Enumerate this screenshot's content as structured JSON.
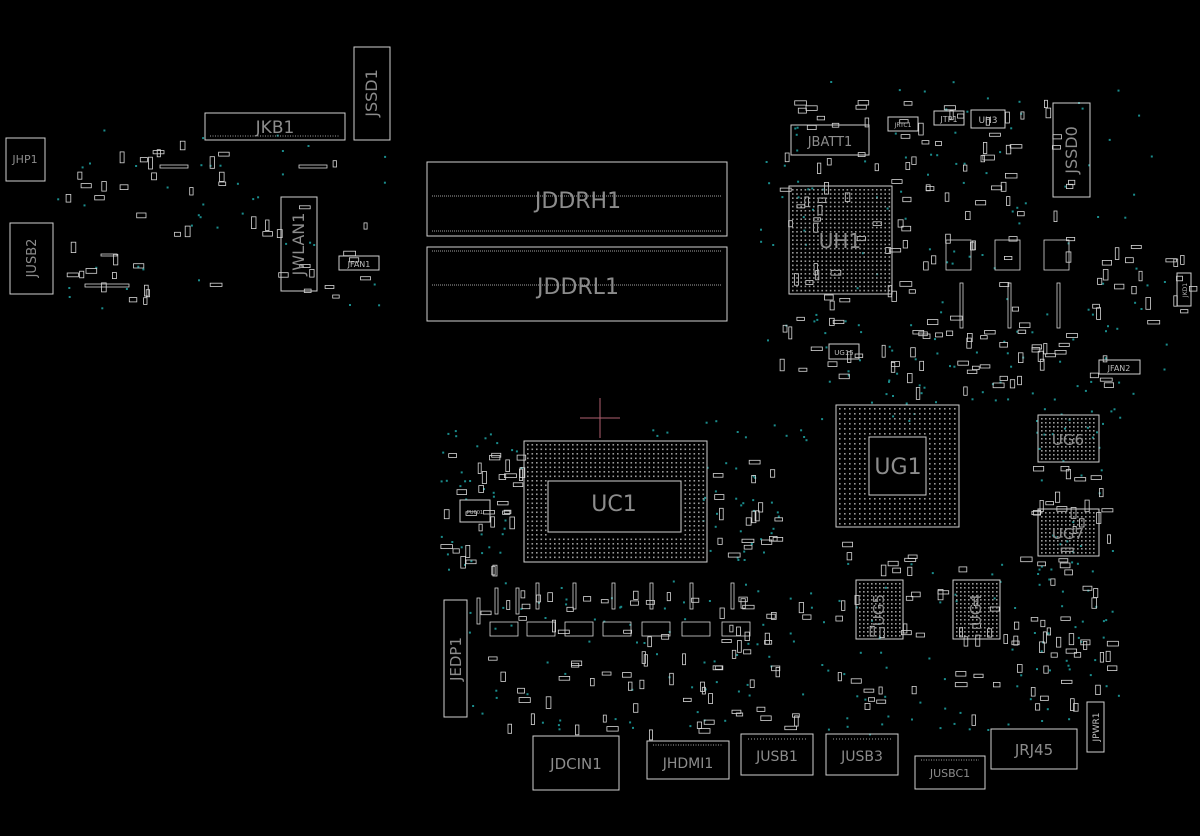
{
  "board": {
    "background": "#000000",
    "outline_color": "#d0d0d0",
    "label_color": "#8c8c8c",
    "via_color": "#1a8c8c",
    "cursor_color": "#b06070"
  },
  "components": {
    "jhp1": "JHP1",
    "jusb2": "JUSB2",
    "jkb1": "JKB1",
    "jssd1": "JSSD1",
    "jwlan1": "JWLAN1",
    "jfan1": "JFAN1",
    "jddrh1": "JDDRH1",
    "jddrl1": "JDDRL1",
    "jbatt1": "JBATT1",
    "jrtc1": "JRTC1",
    "jtp1": "JTP1",
    "uh3": "UH3",
    "jssd0": "JSSD0",
    "uh1": "UH1",
    "jkd1": "JKD1",
    "ug15": "UG15",
    "jfan2": "JFAN2",
    "ug1": "UG1",
    "ug6": "UG6",
    "ug7": "UG7",
    "ug5": "UG5",
    "ug4": "UG4",
    "uc1": "UC1",
    "pu001": "PU001",
    "jedp1": "JEDP1",
    "jdcin1": "JDCIN1",
    "jhdmi1": "JHDMI1",
    "jusb1": "JUSB1",
    "jusb3": "JUSB3",
    "jusbc1": "JUSBC1",
    "jrj45": "JRJ45",
    "jpwr1": "JPWR1"
  }
}
